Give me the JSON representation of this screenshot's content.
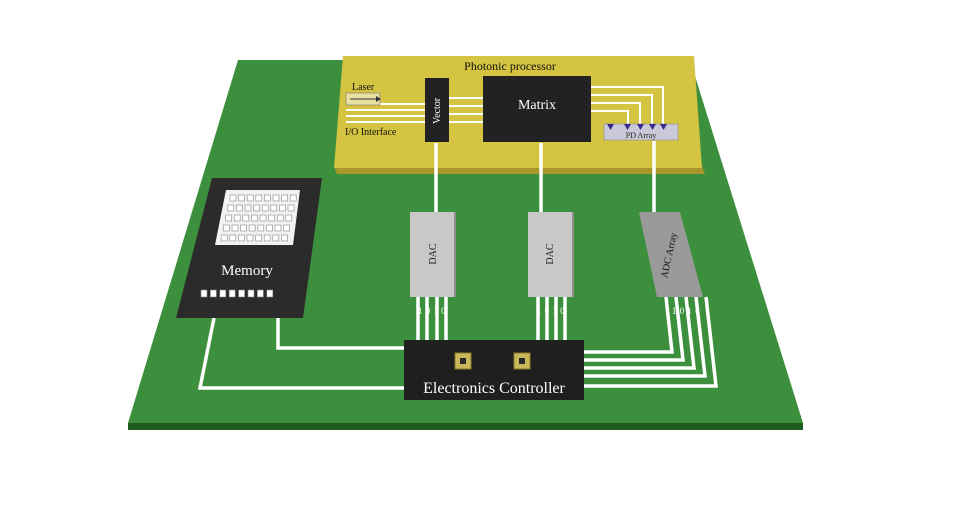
{
  "processor": {
    "title": "Photonic processor",
    "laser_label": "Laser",
    "io_label": "I/O Interface",
    "vector_label": "Vector",
    "matrix_label": "Matrix",
    "pd_label": "PD Array"
  },
  "memory": {
    "label": "Memory"
  },
  "dac_left": {
    "label": "DAC",
    "bits": "1 0 1 0"
  },
  "dac_right": {
    "label": "DAC",
    "bits": "1 0 1 0"
  },
  "adc": {
    "label": "ADC Array",
    "bits": "1 0 1 0"
  },
  "controller": {
    "label": "Electronics Controller"
  },
  "colors": {
    "board": "#3c8f3c",
    "board_edge": "#256b25",
    "processor": "#d4c441",
    "chip": "#222222",
    "converter": "#c8c8c8",
    "adc": "#9a9a9a",
    "trace": "#ffffff"
  }
}
